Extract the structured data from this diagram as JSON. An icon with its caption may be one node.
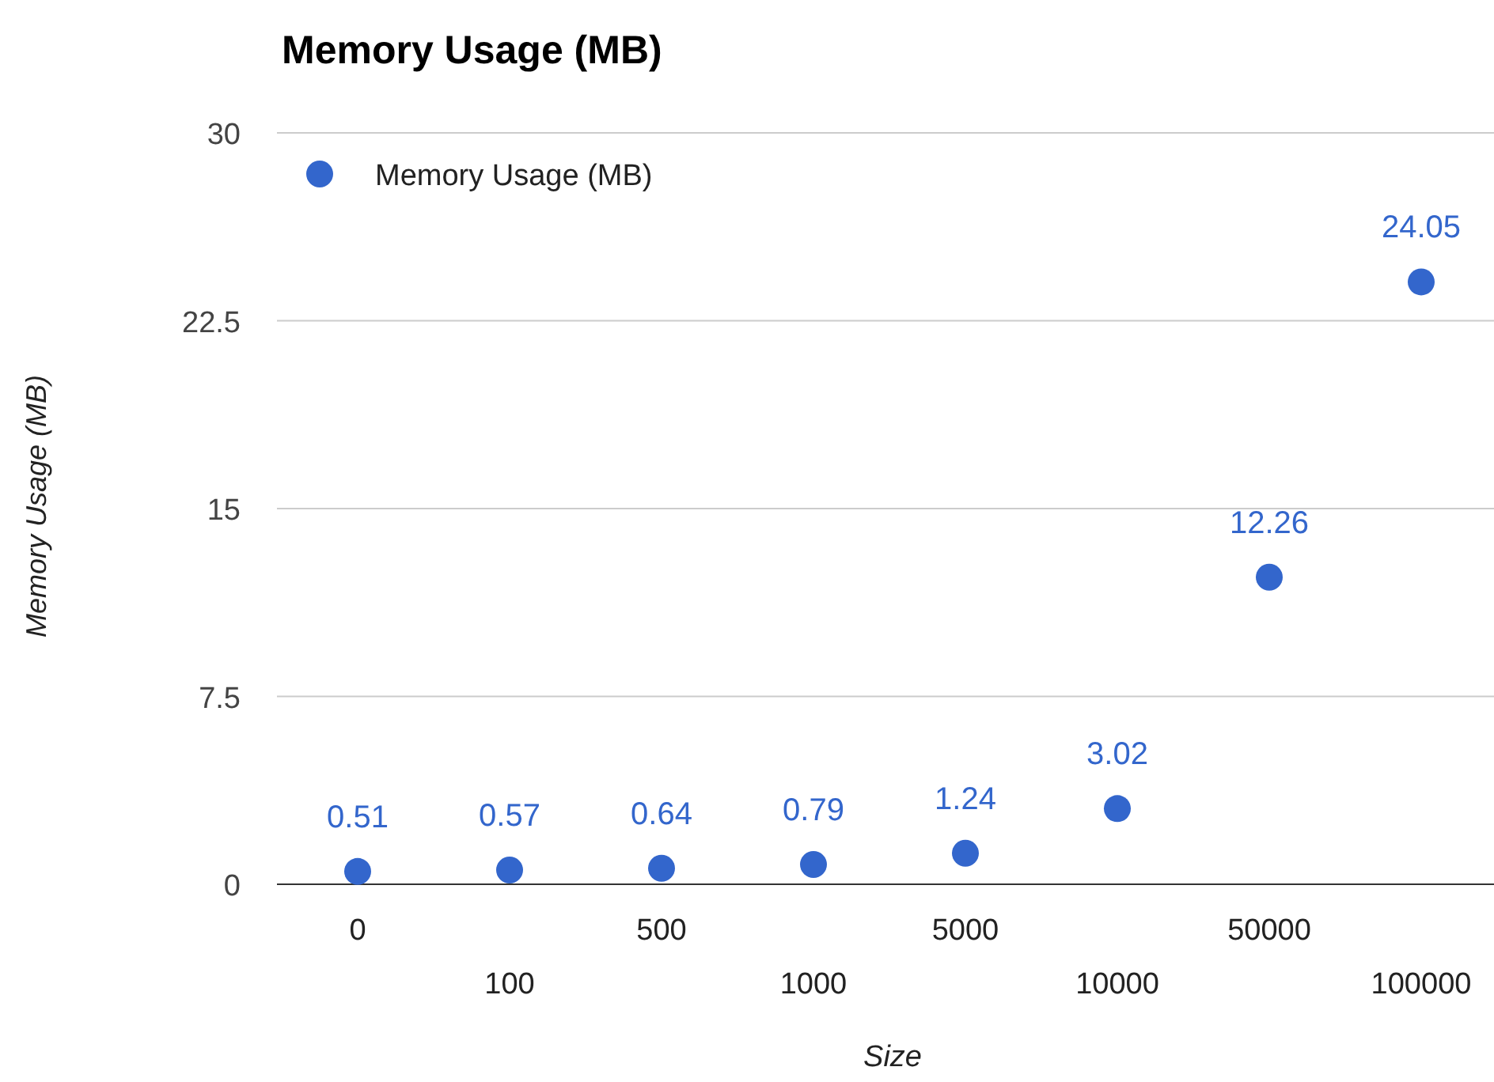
{
  "diagram": {
    "title": "Memory Usage (MB)",
    "chart_data": {
      "type": "scatter",
      "xlabel": "Size",
      "ylabel": "Memory Usage (MB)",
      "categories": [
        "0",
        "100",
        "500",
        "1000",
        "5000",
        "10000",
        "50000",
        "100000"
      ],
      "series": [
        {
          "name": "Memory Usage (MB)",
          "color": "#3366cc",
          "values": [
            0.51,
            0.57,
            0.64,
            0.79,
            1.24,
            3.02,
            12.26,
            24.05
          ]
        }
      ],
      "ylim": [
        0,
        30
      ],
      "grid": true,
      "yticks": [
        0,
        7.5,
        15,
        22.5,
        30
      ],
      "data_labels": true
    }
  }
}
